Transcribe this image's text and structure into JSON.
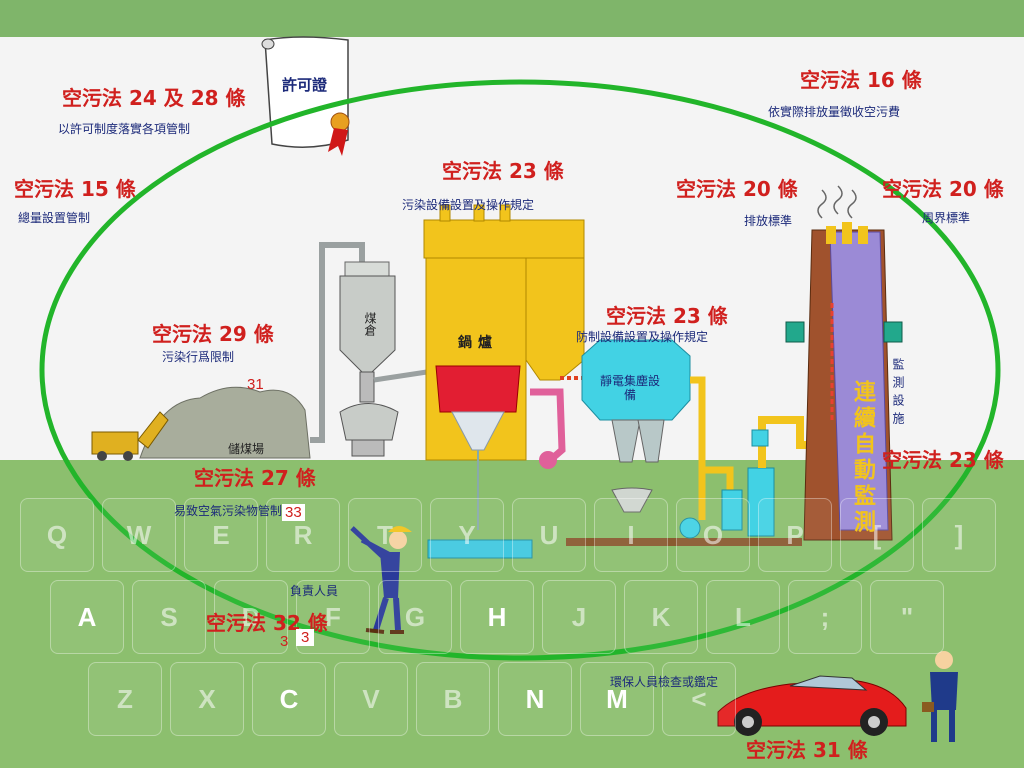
{
  "colors": {
    "top_bar": "#7fb56a",
    "sky": "#f4f4f4",
    "ground": "#8cbf6e",
    "ring": "#22b52a",
    "law_text": "#d0201e",
    "note_text": "#1c2a7a"
  },
  "permit": {
    "label": "許可證"
  },
  "laws": [
    {
      "title": "空污法 24 及 28 條",
      "note": "以許可制度落實各項管制"
    },
    {
      "title": "空污法 15 條",
      "note": "總量設置管制"
    },
    {
      "title": "空污法 23 條",
      "note": "污染設備設置及操作規定"
    },
    {
      "title": "空污法 20 條",
      "note": "排放標準"
    },
    {
      "title": "空污法 16 條",
      "note": "依實際排放量徵收空污費"
    },
    {
      "title": "空污法 20 條",
      "note": "周界標準"
    },
    {
      "title": "空污法 29 條",
      "note": "污染行爲限制"
    },
    {
      "title": "空污法 23 條",
      "note": "防制設備設置及操作規定"
    },
    {
      "title": "空污法 23 條",
      "note": ""
    },
    {
      "title": "空污法 27 條",
      "note": "易致空氣污染物管制"
    },
    {
      "title": "空污法 32 條",
      "note": ""
    },
    {
      "title": "空污法 31 條",
      "note": ""
    }
  ],
  "equipment": {
    "silo": "煤倉",
    "boiler": "鍋爐",
    "filter": "靜電集塵設備",
    "coal_yard": "儲煤場",
    "stack": "連續自動監測",
    "monitor": "監測設施"
  },
  "people": {
    "worker": "負責人員",
    "inspector": "環保人員檢查或鑑定"
  },
  "keyboard": {
    "row1": [
      "Q",
      "W",
      "E",
      "R",
      "T",
      "Y",
      "U",
      "I",
      "O",
      "P",
      "[",
      "]"
    ],
    "row2": [
      "A",
      "S",
      "D",
      "F",
      "G",
      "H",
      "J",
      "K",
      "L",
      ";",
      "\""
    ],
    "row3": [
      "Z",
      "X",
      "C",
      "V",
      "B",
      "N",
      "M",
      "<"
    ],
    "highlighted": [
      "A",
      "H",
      "C",
      "N",
      "M"
    ]
  },
  "tags": [
    {
      "text": "31",
      "style": "plain"
    },
    {
      "text": "33",
      "style": "box"
    },
    {
      "text": "3",
      "style": "plain"
    },
    {
      "text": "3",
      "style": "box"
    }
  ]
}
